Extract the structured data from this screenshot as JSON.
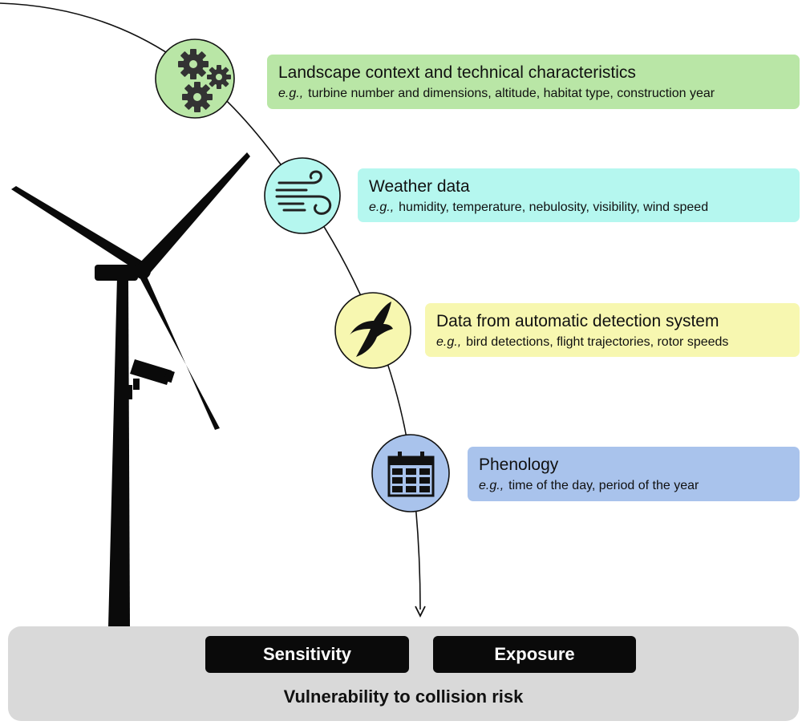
{
  "colors": {
    "landscape": "#b9e6a6",
    "weather": "#b5f7ef",
    "detection": "#f7f7b0",
    "phenology": "#a9c3ec",
    "panel": "#d9d9d9",
    "dark": "#0a0a0a"
  },
  "factors": [
    {
      "title": "Landscape context and technical characteristics",
      "eg": "e.g.,",
      "examples": "turbine number and dimensions, altitude, habitat type, construction year",
      "icon": "gears-icon"
    },
    {
      "title": "Weather data",
      "eg": "e.g.,",
      "examples": "humidity, temperature, nebulosity, visibility, wind speed",
      "icon": "wind-icon"
    },
    {
      "title": "Data from automatic detection system",
      "eg": "e.g.,",
      "examples": "bird detections, flight trajectories, rotor speeds",
      "icon": "bird-icon"
    },
    {
      "title": "Phenology",
      "eg": "e.g.,",
      "examples": "time of the day, period of the year",
      "icon": "calendar-icon"
    }
  ],
  "outcome": {
    "sensitivity": "Sensitivity",
    "exposure": "Exposure",
    "label": "Vulnerability to collision risk"
  }
}
